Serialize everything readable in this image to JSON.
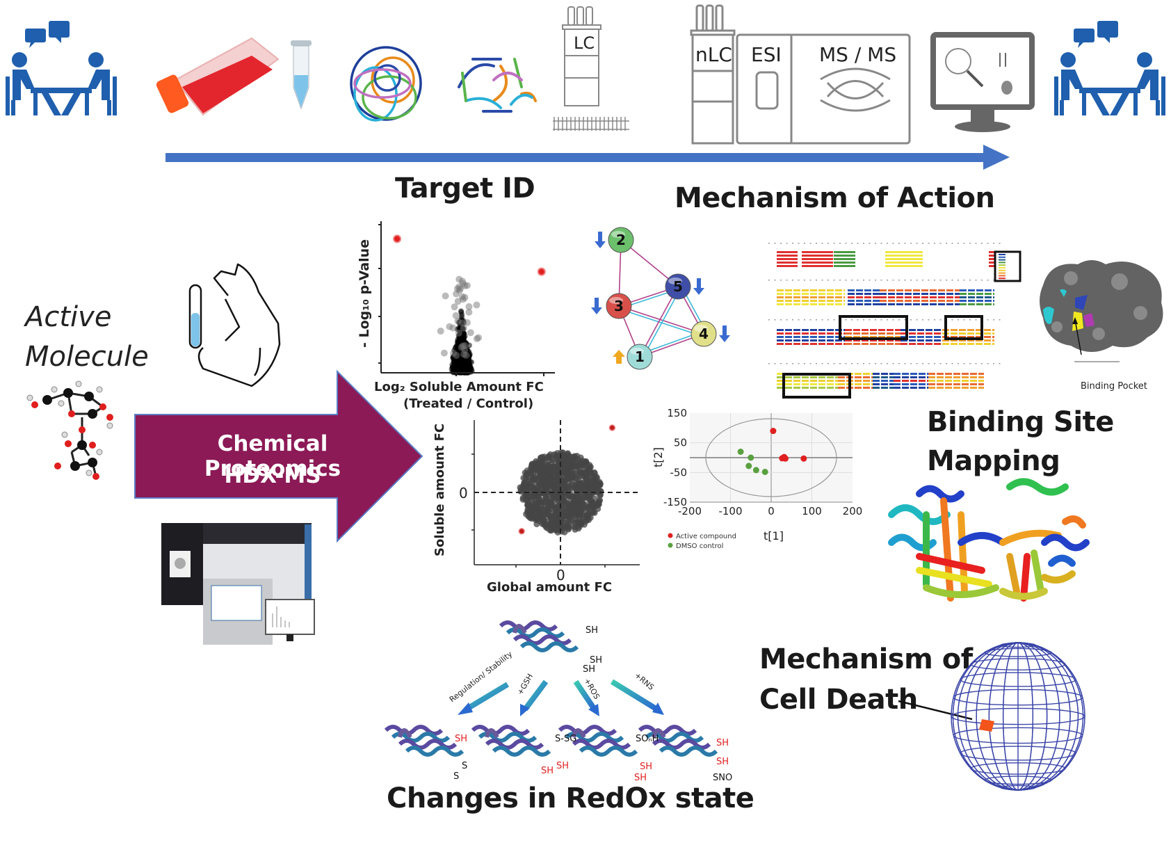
{
  "workflow": {
    "steps": [
      "consultation",
      "cell-culture",
      "lysate-tube",
      "protein-mixture",
      "peptide-digest",
      "lc",
      "nlc-esi-msms",
      "data-analysis",
      "consultation"
    ],
    "lc_label": "LC",
    "nlc_label": "nLC",
    "esi_label": "ESI",
    "msms_label": "MS / MS",
    "arrow_color": "#4472c4",
    "people_color": "#1f5fad"
  },
  "left": {
    "active_line1": "Active",
    "active_line2": "Molecule",
    "big_arrow_line1": "Chemical Proteomics",
    "big_arrow_line2": "HDX-MS",
    "big_arrow_color": "#8b1a56"
  },
  "sections": {
    "target_id": "Target ID",
    "mechanism_of_action": "Mechanism of Action",
    "binding_site_line1": "Binding Site",
    "binding_site_line2": "Mapping",
    "binding_pocket": "Binding Pocket",
    "cell_death_line1": "Mechanism of",
    "cell_death_line2": "Cell Death",
    "redox": "Changes in RedOx state"
  },
  "volcano": {
    "ylabel": "- Log₁₀ p-Value",
    "xlabel_line1": "Log₂  Soluble Amount FC",
    "xlabel_line2": "(Treated / Control)"
  },
  "scatter2": {
    "ylabel": "Soluble  amount FC",
    "xlabel": "Global amount FC",
    "x_zero": "0",
    "y_zero": "0"
  },
  "network": {
    "nodes": [
      {
        "id": "1",
        "color": "#9fdcd8",
        "regulation": "up"
      },
      {
        "id": "2",
        "color": "#6cc06c",
        "regulation": "down"
      },
      {
        "id": "3",
        "color": "#d9504a",
        "regulation": "down"
      },
      {
        "id": "4",
        "color": "#e0e08a",
        "regulation": "down"
      },
      {
        "id": "5",
        "color": "#3f4fa8",
        "regulation": "down"
      }
    ]
  },
  "redox": {
    "top_labels": [
      "SH",
      "SH",
      "SH"
    ],
    "arrows": [
      "Regulation/ Stability",
      "+GSH",
      "+ROS",
      "+RNS"
    ],
    "products": [
      {
        "labels": [
          "SH",
          "S",
          "S"
        ]
      },
      {
        "labels": [
          "S-SG",
          "SH",
          "SH"
        ]
      },
      {
        "labels": [
          "SOₙH",
          "SH",
          "SH"
        ]
      },
      {
        "labels": [
          "SH",
          "SH",
          "SNO"
        ]
      }
    ]
  },
  "chart_data": [
    {
      "type": "scatter",
      "title": "Volcano plot",
      "xlabel": "Log₂ Soluble Amount FC (Treated / Control)",
      "ylabel": "- Log₁₀ p-Value",
      "highlighted_points": [
        {
          "x": -2.4,
          "y": 2.65
        },
        {
          "x": 3.0,
          "y": 2.0
        }
      ],
      "grid": false
    },
    {
      "type": "scatter",
      "title": "Soluble vs Global amount FC",
      "xlabel": "Global amount FC",
      "ylabel": "Soluble amount FC",
      "highlighted_points": [
        {
          "x": 1.2,
          "y": 1.5
        },
        {
          "x": -0.9,
          "y": -0.9
        }
      ],
      "xticks": [
        "0"
      ],
      "yticks": [
        "0"
      ]
    },
    {
      "type": "scatter",
      "title": "PCA scores",
      "xlabel": "t[1]",
      "ylabel": "t[2]",
      "xlim": [
        -200,
        200
      ],
      "ylim": [
        -150,
        150
      ],
      "xticks": [
        "-200",
        "-100",
        "0",
        "100",
        "200"
      ],
      "yticks": [
        "150",
        "50",
        "-50",
        "-150"
      ],
      "legend": [
        "Active compound",
        "DMSO control"
      ],
      "legend_position": "bottom-left",
      "series": [
        {
          "name": "Active compound",
          "color": "#e02020",
          "points": [
            [
              5,
              90
            ],
            [
              27,
              -2
            ],
            [
              32,
              2
            ],
            [
              35,
              -3
            ],
            [
              80,
              -3
            ]
          ]
        },
        {
          "name": "DMSO control",
          "color": "#5aa040",
          "points": [
            [
              -75,
              20
            ],
            [
              -50,
              0
            ],
            [
              -55,
              -28
            ],
            [
              -37,
              -42
            ],
            [
              -15,
              -48
            ]
          ]
        }
      ]
    }
  ]
}
